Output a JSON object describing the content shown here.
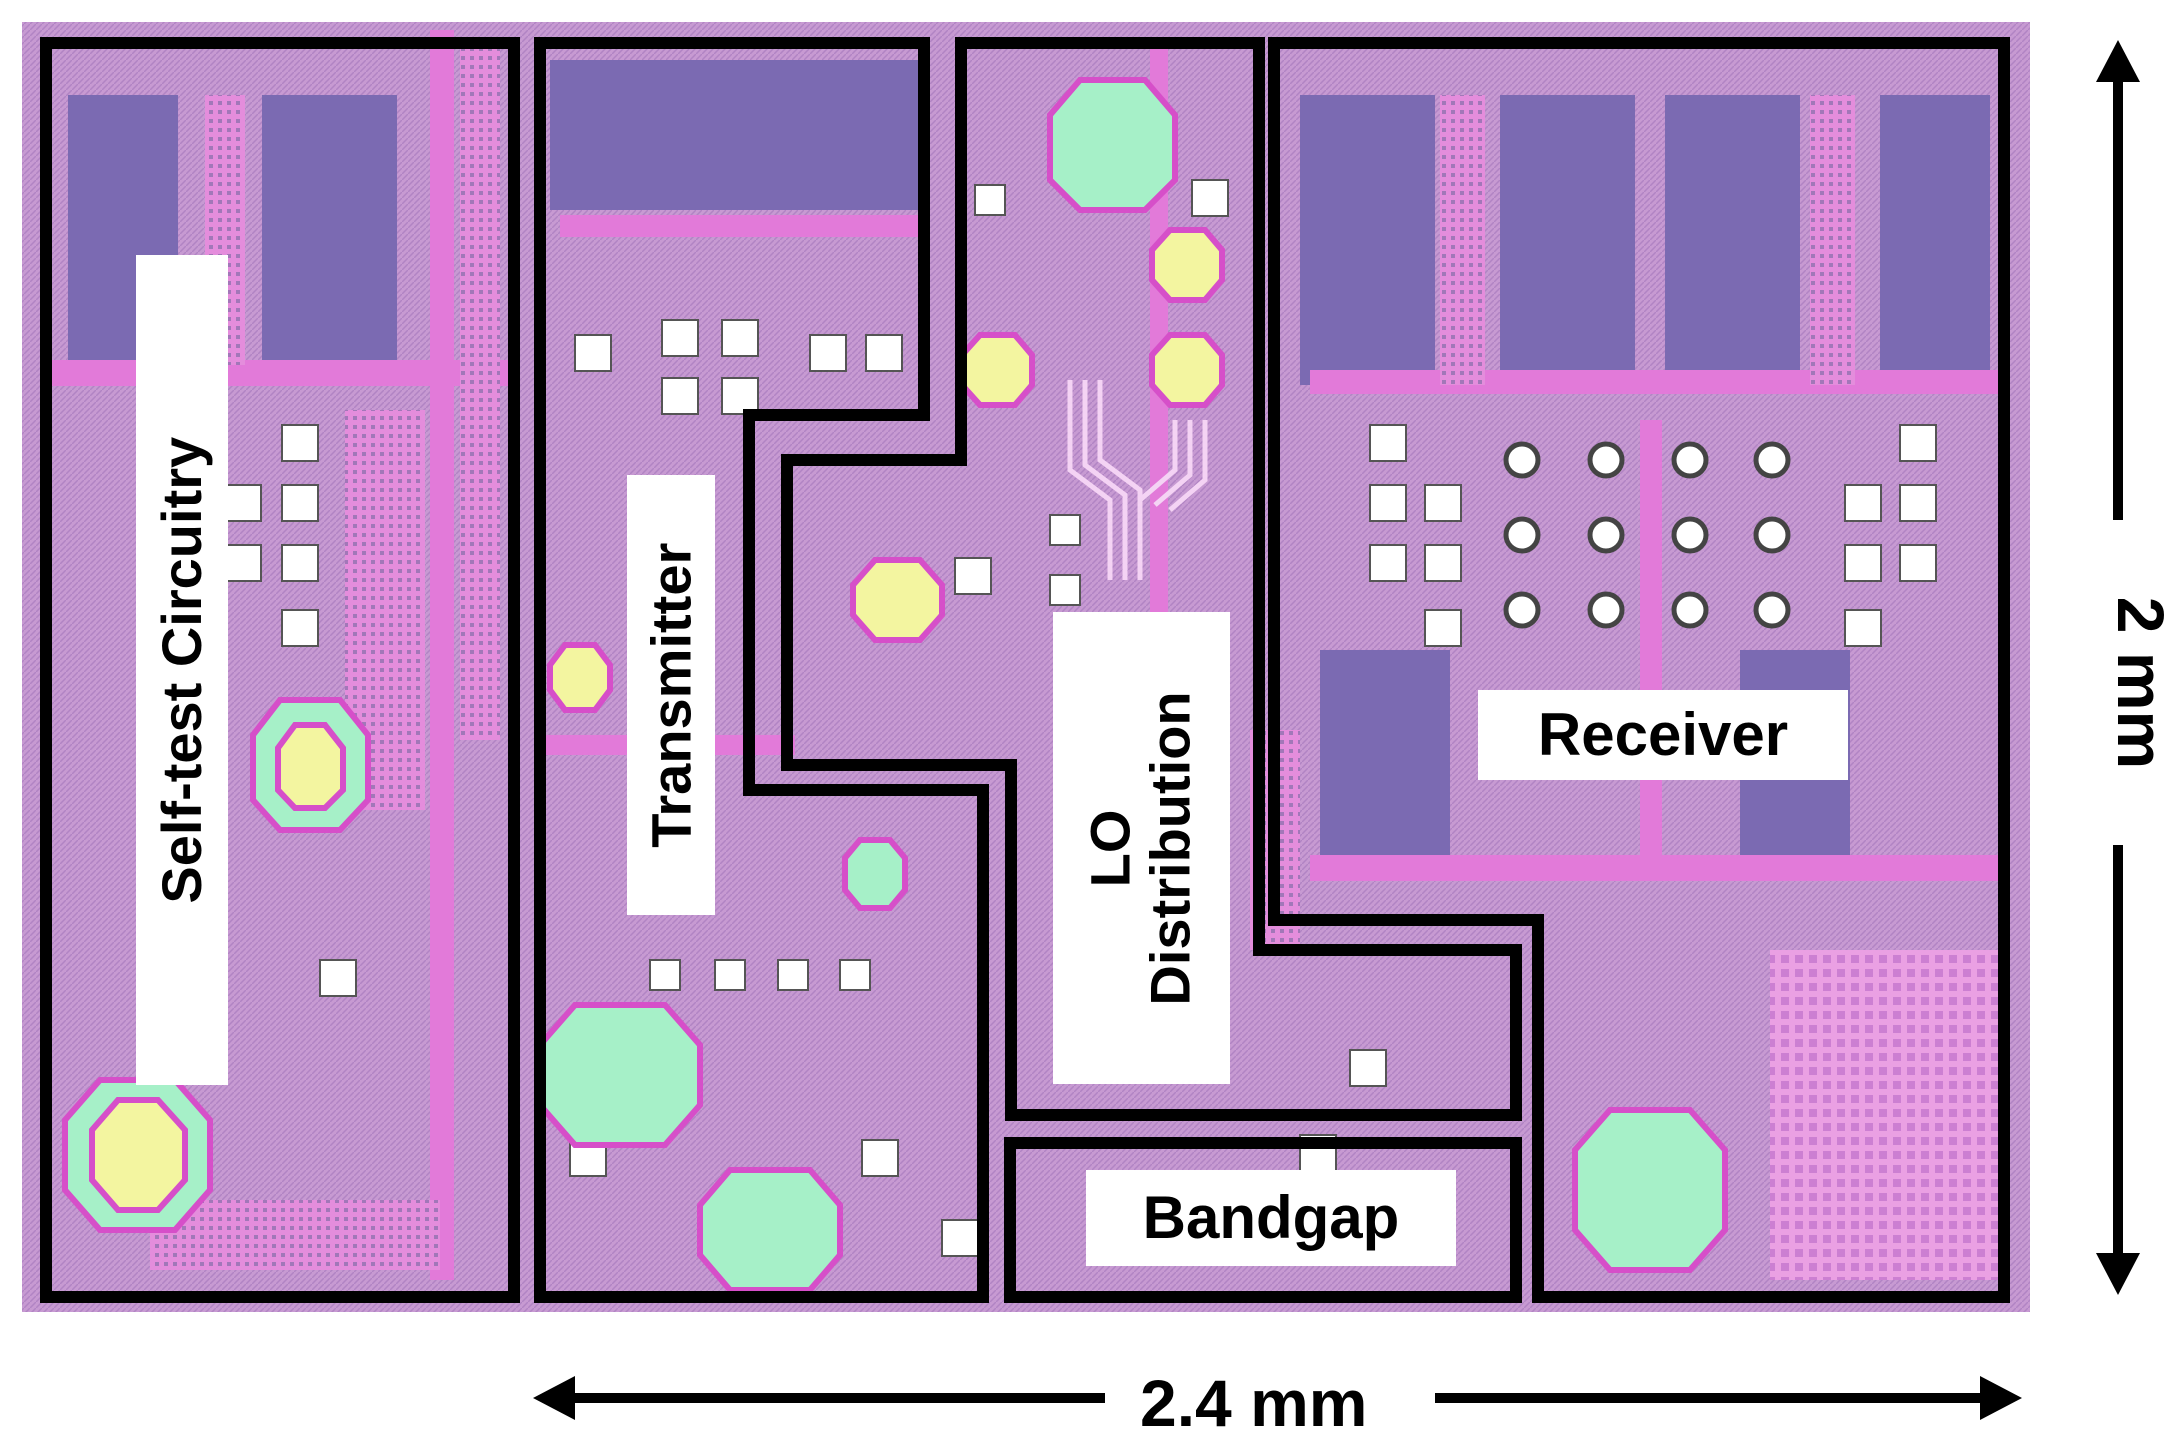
{
  "blocks": {
    "self_test": "Self-test Circuitry",
    "transmitter": "Transmitter",
    "lo_line1": "LO",
    "lo_line2": "Distribution",
    "receiver": "Receiver",
    "bandgap": "Bandgap"
  },
  "dimensions": {
    "width": "2.4 mm",
    "height": "2 mm"
  },
  "colors": {
    "die": "#c98fd6",
    "metal_pink": "#e27ad9",
    "metal_dark": "#7a6aa8",
    "pad": "#ffffff",
    "inductor_fill": "#a6f0c8",
    "inductor_core": "#f3f5a0",
    "outline": "#000000"
  }
}
